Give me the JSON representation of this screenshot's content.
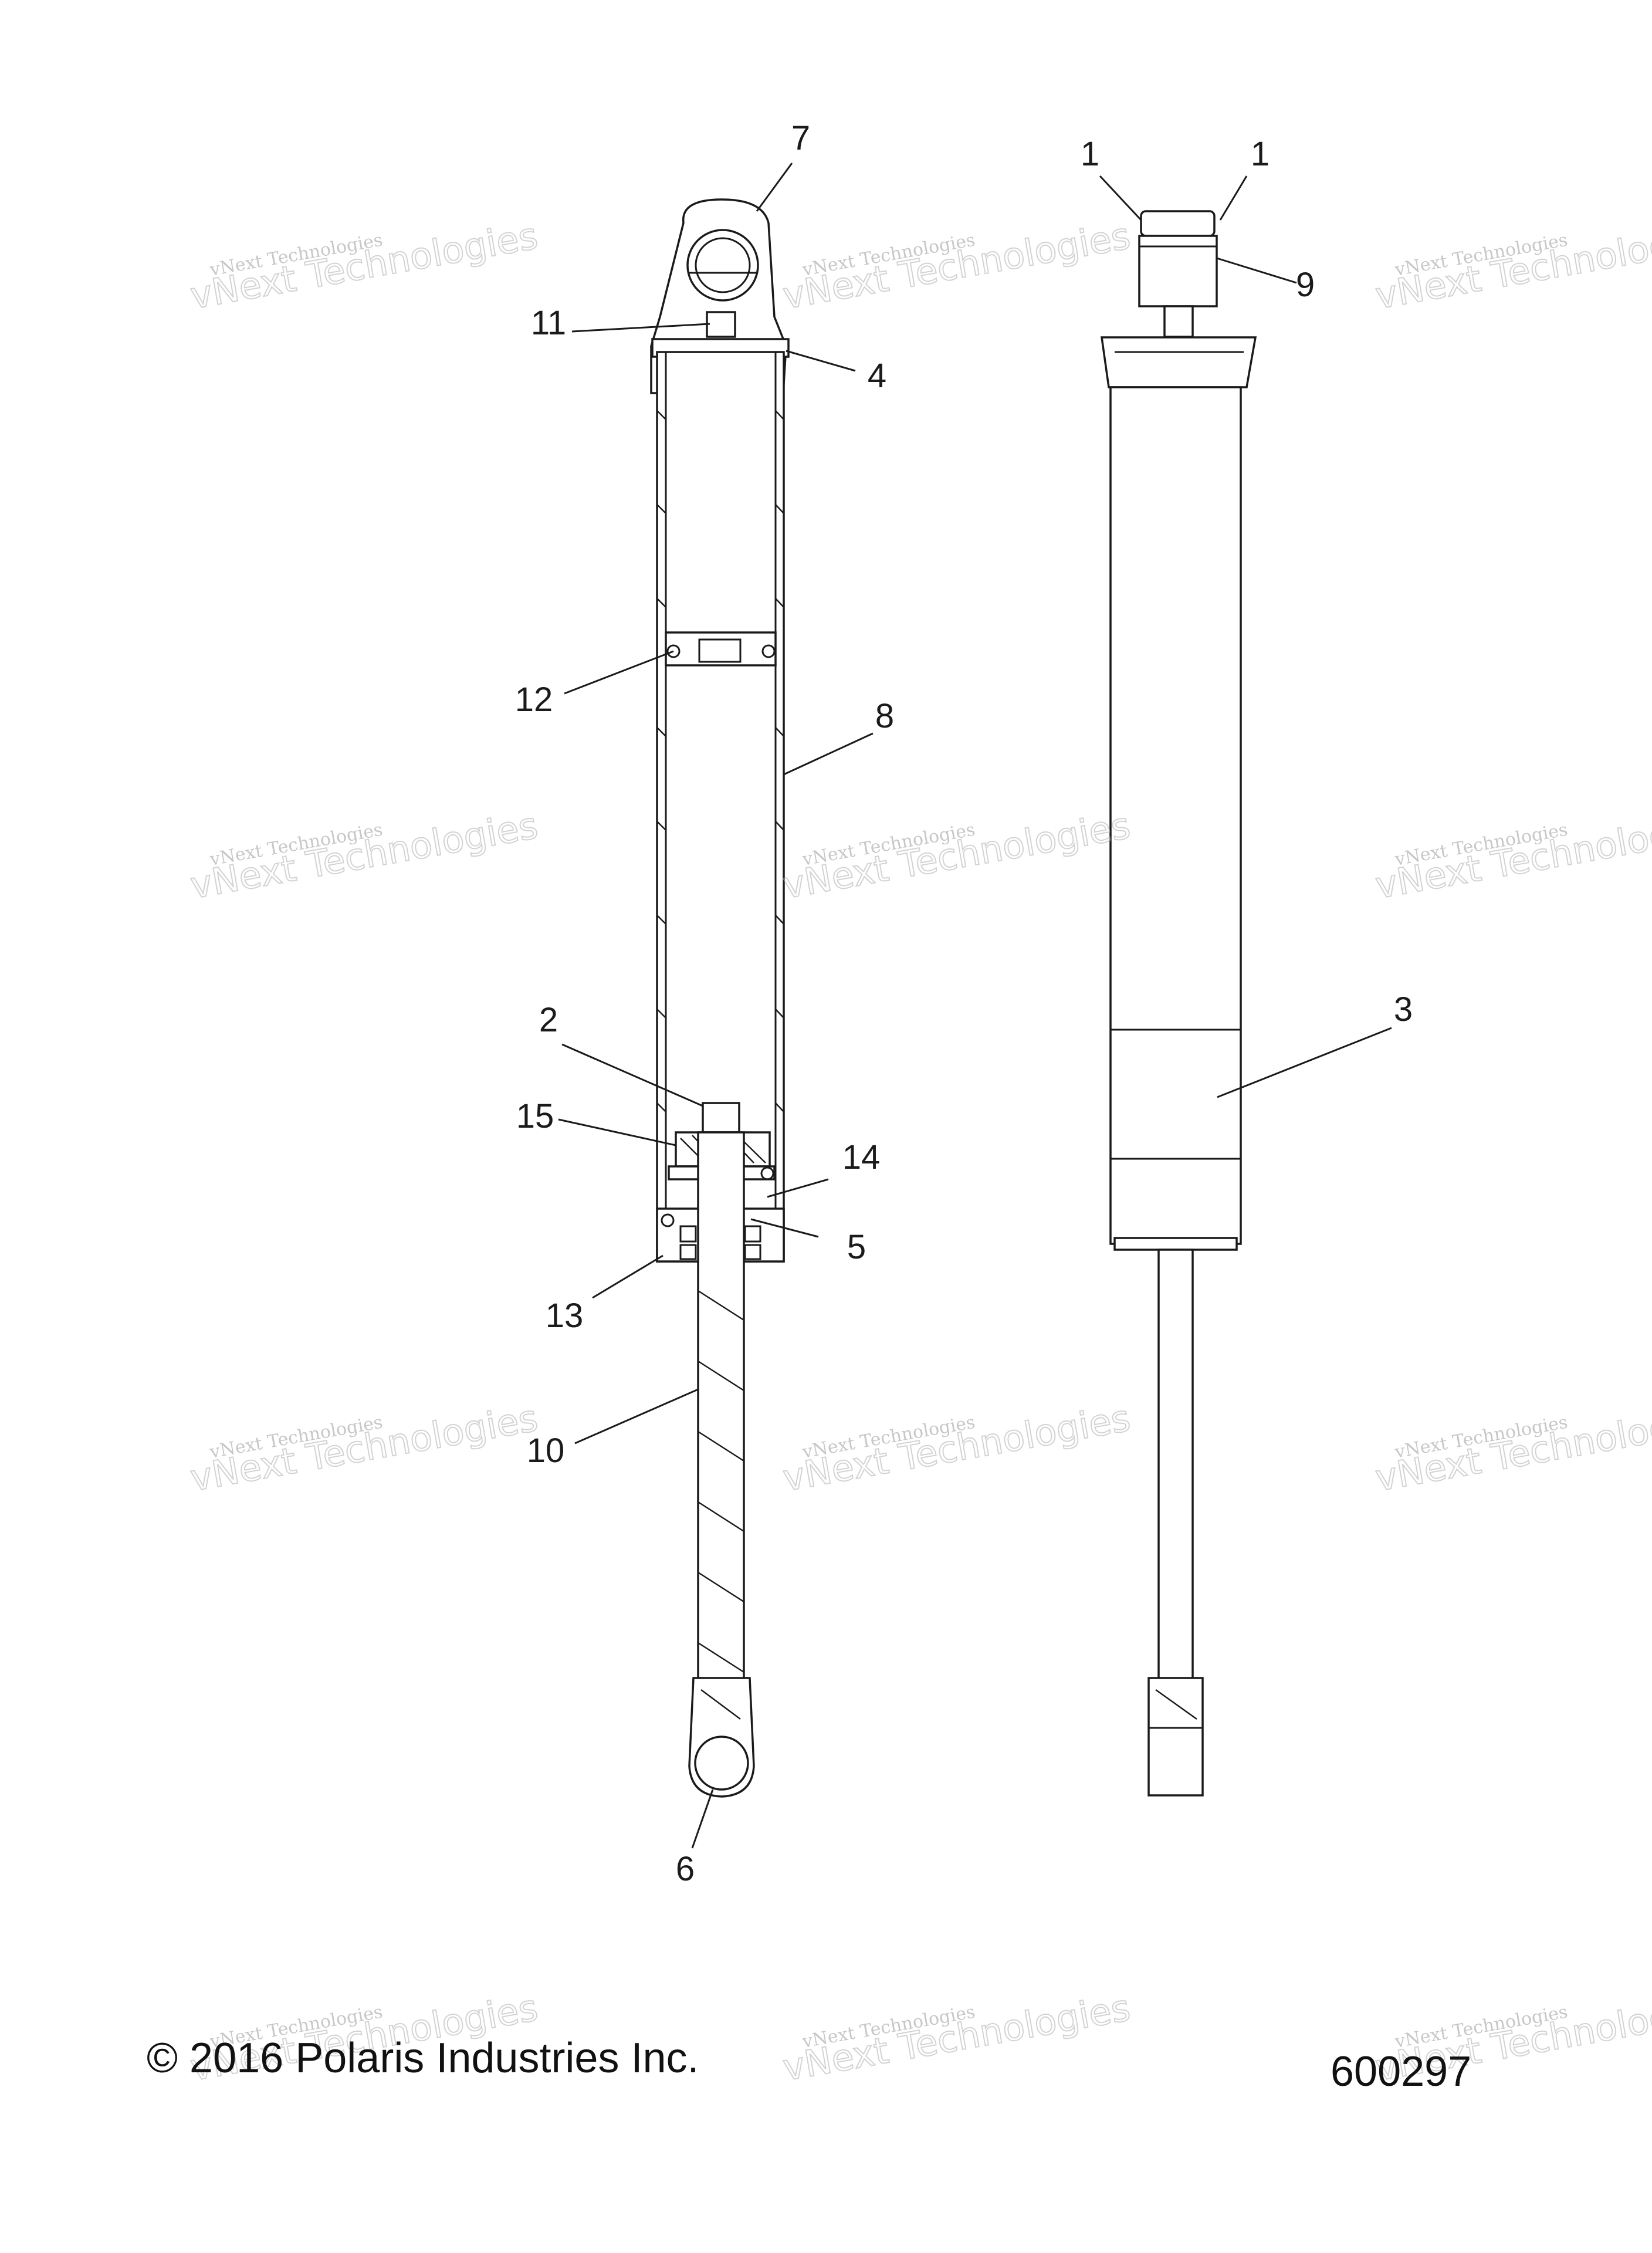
{
  "diagram": {
    "callouts": [
      "1",
      "1",
      "2",
      "3",
      "4",
      "5",
      "6",
      "7",
      "8",
      "9",
      "10",
      "11",
      "12",
      "13",
      "14",
      "15"
    ],
    "watermark_top": "vNext Technologies",
    "watermark_bottom": "vNext Technologies"
  },
  "footer": {
    "copyright": "© 2016 Polaris Industries Inc.",
    "figure_number": "600297"
  }
}
